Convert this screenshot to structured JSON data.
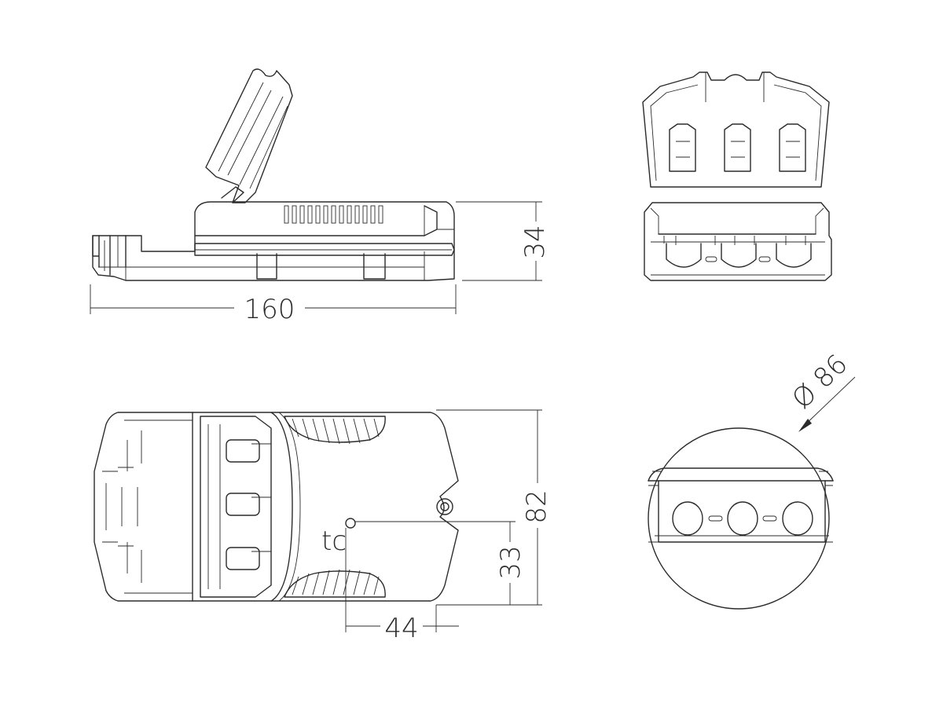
{
  "dimensions": {
    "length": "160",
    "height": "34",
    "width": "82",
    "tc_y": "33",
    "tc_x": "44",
    "tc_label": "tc",
    "cable_diameter": "Ø 86"
  },
  "colors": {
    "line": "#2b2b2b",
    "background": "#ffffff"
  }
}
